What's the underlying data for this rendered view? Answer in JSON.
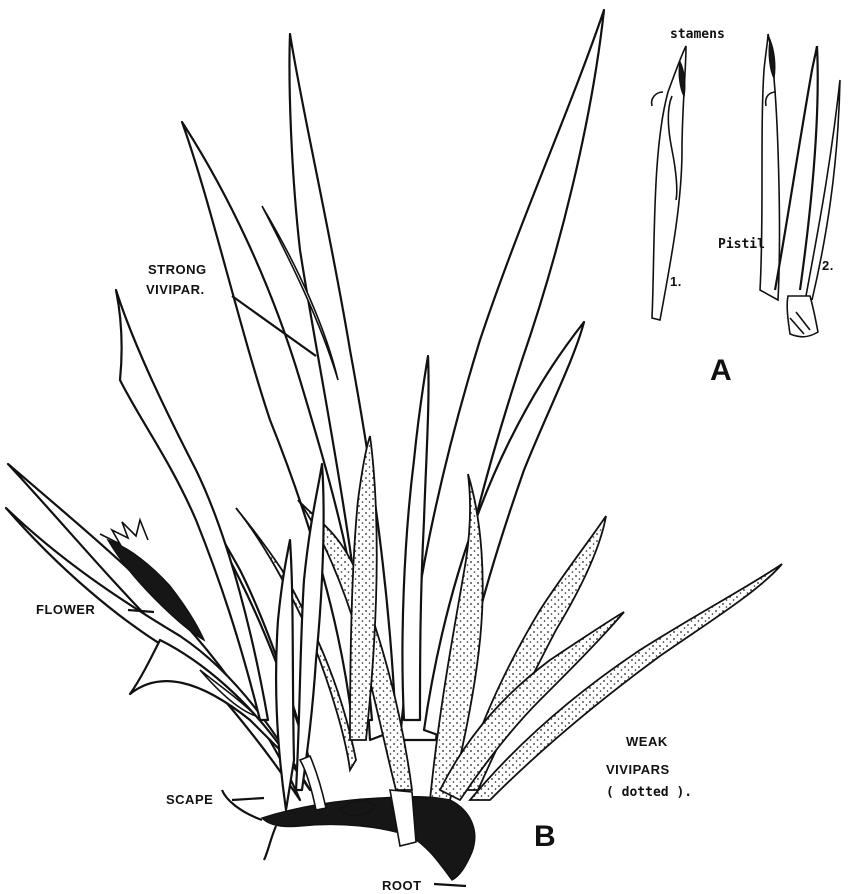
{
  "figure": {
    "panel_a_letter": "A",
    "panel_b_letter": "B",
    "panel_a": {
      "stamens_label": "stamens",
      "pistil_label": "Pistil",
      "detail_1_label": "1.",
      "detail_2_label": "2."
    },
    "panel_b": {
      "strong_vivipar_line1": "STRONG",
      "strong_vivipar_line2": "VIVIPAR.",
      "flower_label": "FLOWER",
      "scape_label": "SCAPE",
      "root_label": "ROOT",
      "weak_vivipars_line1": "WEAK",
      "weak_vivipars_line2": "VIVIPARS",
      "weak_vivipars_line3": "( dotted )."
    }
  }
}
